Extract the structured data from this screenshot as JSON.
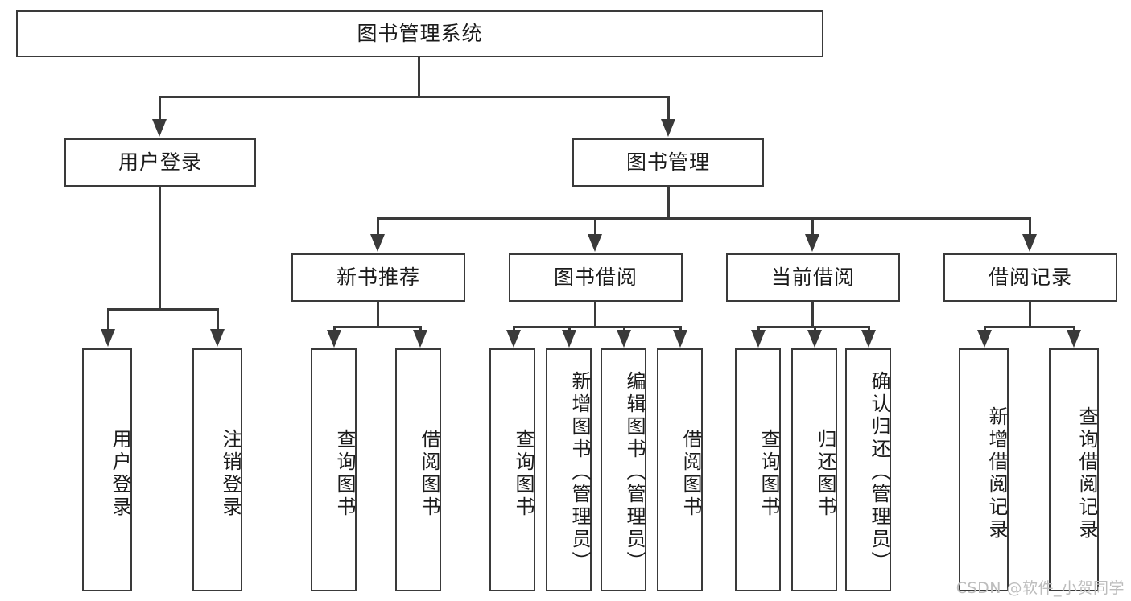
{
  "diagram": {
    "type": "tree-hierarchy-chart",
    "title": "图书管理系统",
    "orientation": "top-down",
    "line_color": "#3a3a3a",
    "box_fill": "#ffffff",
    "text_color": "#1b1b1b",
    "root": {
      "label": "图书管理系统",
      "children": [
        {
          "label": "用户登录",
          "children": [
            {
              "label": "用户登录"
            },
            {
              "label": "注销登录"
            }
          ]
        },
        {
          "label": "图书管理",
          "children": [
            {
              "label": "新书推荐",
              "children": [
                {
                  "label": "查询图书"
                },
                {
                  "label": "借阅图书"
                }
              ]
            },
            {
              "label": "图书借阅",
              "children": [
                {
                  "label": "查询图书"
                },
                {
                  "label": "新增图书（管理员）"
                },
                {
                  "label": "编辑图书（管理员）"
                },
                {
                  "label": "借阅图书"
                }
              ]
            },
            {
              "label": "当前借阅",
              "children": [
                {
                  "label": "查询图书"
                },
                {
                  "label": "归还图书"
                },
                {
                  "label": "确认归还（管理员）"
                }
              ]
            },
            {
              "label": "借阅记录",
              "children": [
                {
                  "label": "新增借阅记录"
                },
                {
                  "label": "查询借阅记录"
                }
              ]
            }
          ]
        }
      ]
    },
    "nodes": {
      "root": {
        "label": "图书管理系统"
      },
      "user_login": {
        "label": "用户登录"
      },
      "book_mgmt": {
        "label": "图书管理"
      },
      "new_book_rec": {
        "label": "新书推荐"
      },
      "book_borrow": {
        "label": "图书借阅"
      },
      "current_borrow": {
        "label": "当前借阅"
      },
      "borrow_record": {
        "label": "借阅记录"
      },
      "leaf_user_login": {
        "label": "用户登录"
      },
      "leaf_logout": {
        "label": "注销登录"
      },
      "leaf_q1": {
        "label": "查询图书"
      },
      "leaf_b1": {
        "label": "借阅图书"
      },
      "leaf_q2": {
        "label": "查询图书"
      },
      "leaf_add_book": {
        "label": "新增图书（管理员）"
      },
      "leaf_edit_book": {
        "label": "编辑图书（管理员）"
      },
      "leaf_b2": {
        "label": "借阅图书"
      },
      "leaf_q3": {
        "label": "查询图书"
      },
      "leaf_return": {
        "label": "归还图书"
      },
      "leaf_confirm": {
        "label": "确认归还（管理员）"
      },
      "leaf_add_rec": {
        "label": "新增借阅记录"
      },
      "leaf_q_rec": {
        "label": "查询借阅记录"
      }
    }
  },
  "watermark": {
    "text": "CSDN @软件_小贺同学"
  }
}
